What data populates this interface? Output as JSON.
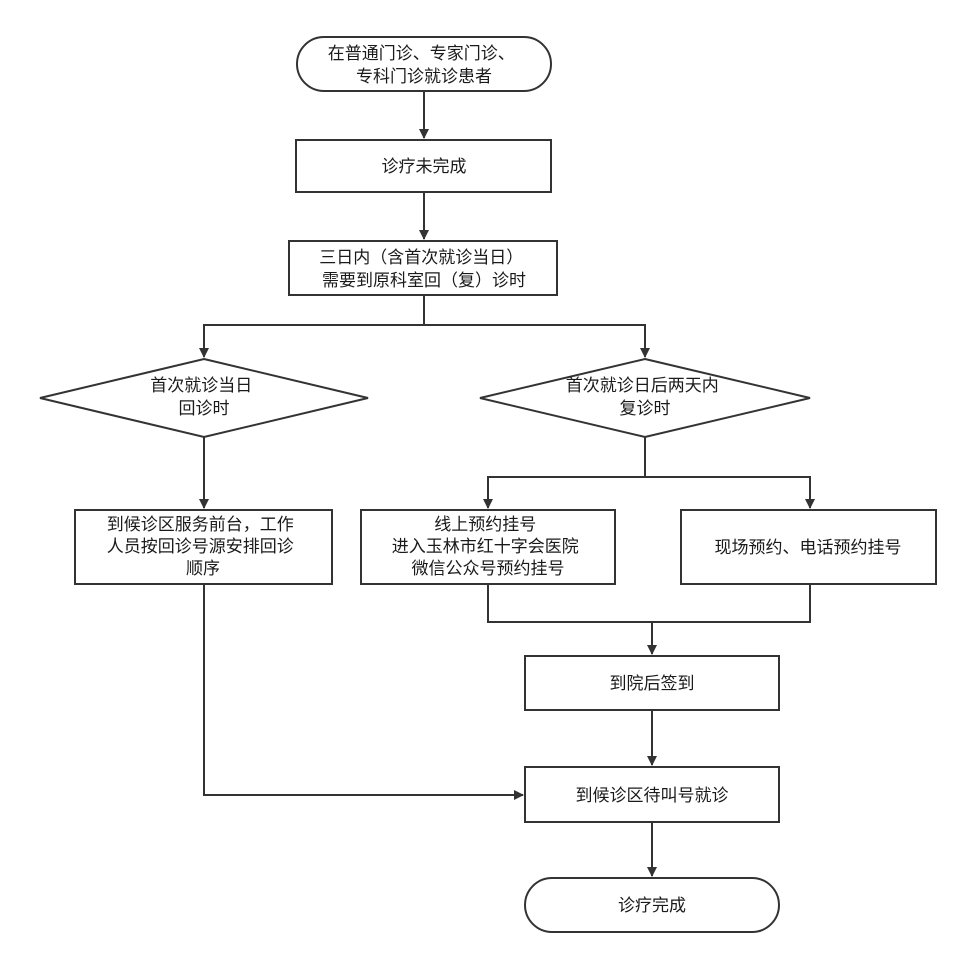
{
  "nodes": {
    "start": {
      "lines": [
        "在普通门诊、专家门诊、",
        "专科门诊就诊患者"
      ]
    },
    "incomplete": {
      "lines": [
        "诊疗未完成"
      ]
    },
    "within_three_days": {
      "lines": [
        "三日内（含首次就诊当日）",
        "需要到原科室回（复）诊时"
      ]
    },
    "same_day": {
      "lines": [
        "首次就诊当日",
        "回诊时"
      ]
    },
    "two_days": {
      "lines": [
        "首次就诊日后两天内",
        "复诊时"
      ]
    },
    "front_desk": {
      "lines": [
        "到候诊区服务前台，工作",
        "人员按回诊号源安排回诊",
        "顺序"
      ]
    },
    "online": {
      "lines": [
        "线上预约挂号",
        "进入玉林市红十字会医院",
        "微信公众号预约挂号"
      ]
    },
    "onsite": {
      "lines": [
        "现场预约、电话预约挂号"
      ]
    },
    "checkin": {
      "lines": [
        "到院后签到"
      ]
    },
    "wait": {
      "lines": [
        "到候诊区待叫号就诊"
      ]
    },
    "end": {
      "lines": [
        "诊疗完成"
      ]
    }
  }
}
